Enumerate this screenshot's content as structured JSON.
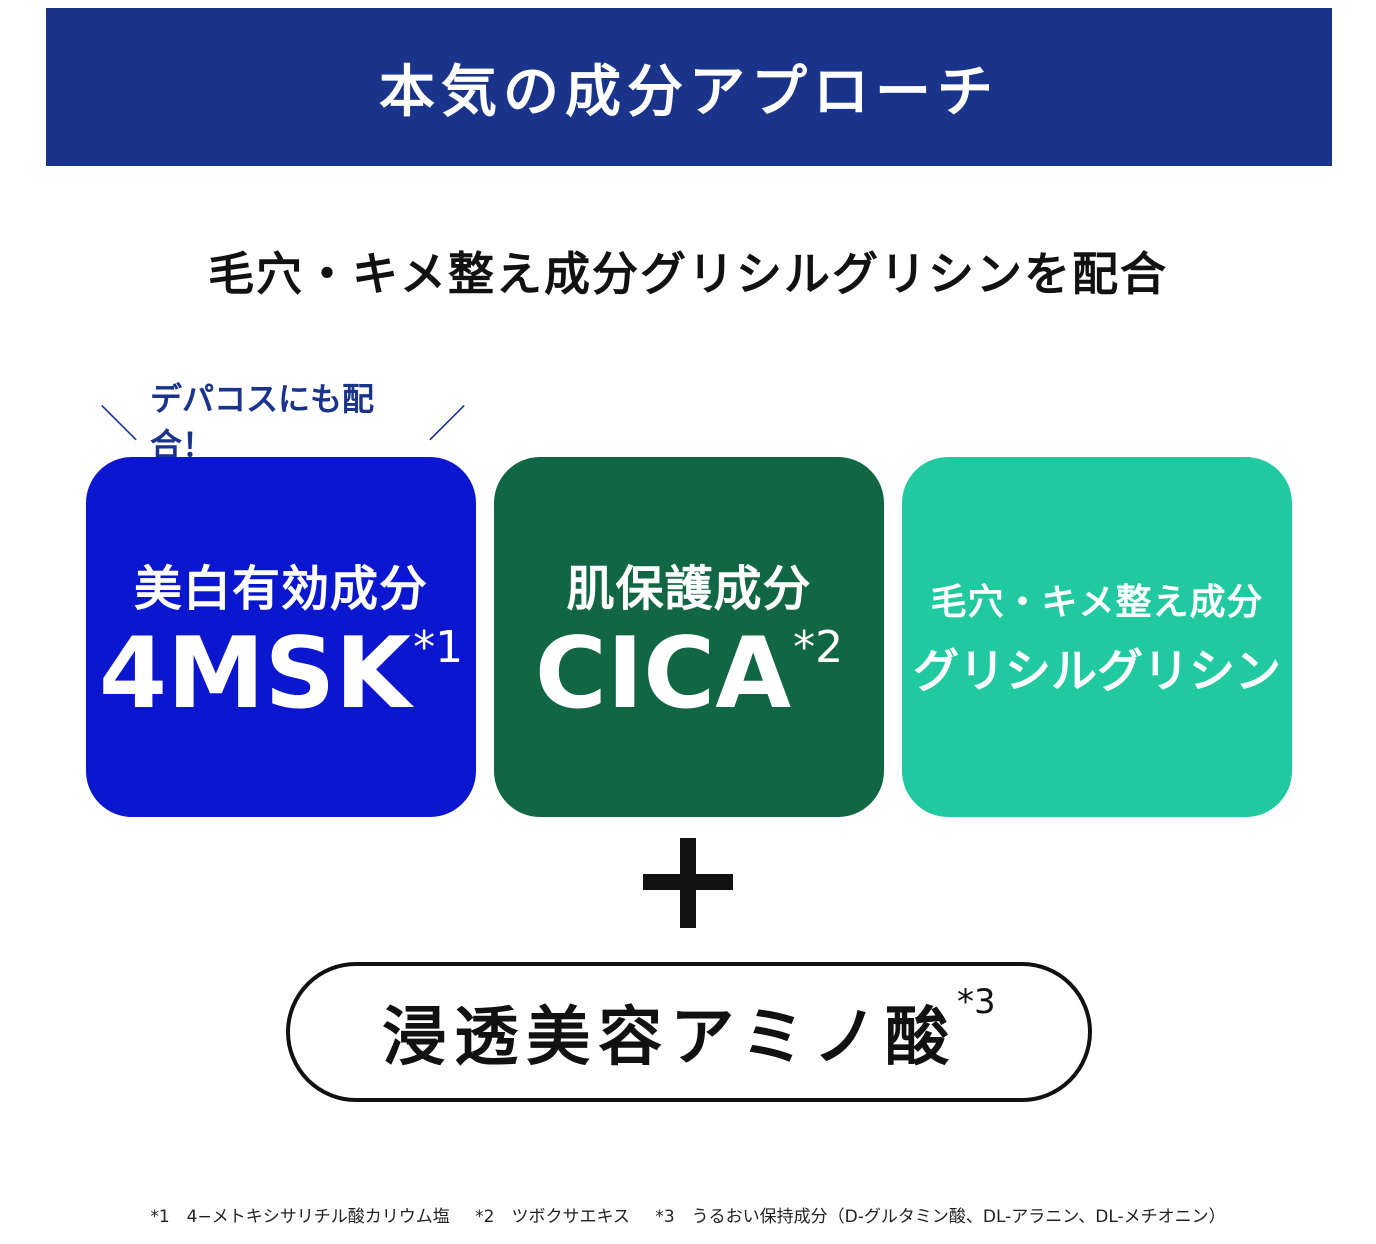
{
  "banner": {
    "title": "本気の成分アプローチ"
  },
  "subtitle": "毛穴・キメ整え成分グリシルグリシンを配合",
  "callout": {
    "slash_left": "＼",
    "text": "デパコスにも配合！",
    "slash_right": "／"
  },
  "cards": [
    {
      "label": "美白有効成分",
      "big": "4MSK",
      "note": "*1",
      "color": "#0a17cf"
    },
    {
      "label": "肌保護成分",
      "big": "CICA",
      "note": "*2",
      "color": "#116644"
    },
    {
      "label": "毛穴・キメ整え成分",
      "big": "グリシルグリシン",
      "color": "#20c9a0"
    }
  ],
  "pill": {
    "text": "浸透美容アミノ酸",
    "note": "*3"
  },
  "footnotes": [
    "*1　4−メトキシサリチル酸カリウム塩",
    "*2　ツボクサエキス",
    "*3　うるおい保持成分（D-グルタミン酸、DL-アラニン、DL-メチオニン）"
  ]
}
